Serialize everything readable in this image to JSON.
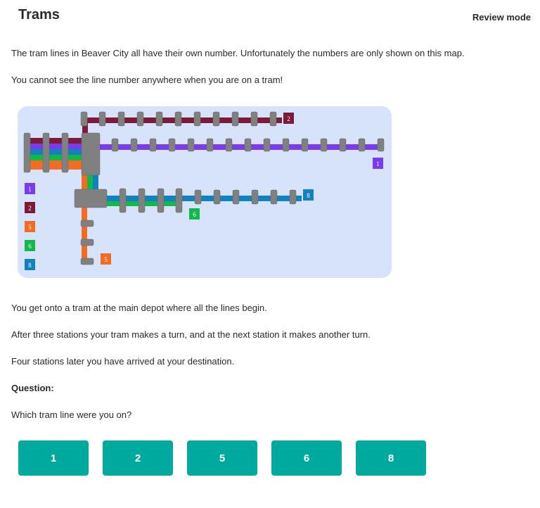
{
  "header": {
    "title": "Trams",
    "mode": "Review mode"
  },
  "intro": {
    "p1": "The tram lines in Beaver City all have their own number. Unfortunately the numbers are only shown on this map.",
    "p2": "You cannot see the line number anywhere when you are on a tram!"
  },
  "map": {
    "lines": [
      {
        "number": "1",
        "color": "#7c3aed"
      },
      {
        "number": "2",
        "color": "#7d1a3a"
      },
      {
        "number": "5",
        "color": "#f26d21"
      },
      {
        "number": "6",
        "color": "#11b94a"
      },
      {
        "number": "8",
        "color": "#1182be"
      }
    ],
    "station_color": "#808080",
    "background": "#d6e3fb"
  },
  "story": {
    "p1": "You get onto a tram at the main depot where all the lines begin.",
    "p2": "After three stations your tram makes a turn, and at the next station it makes another turn.",
    "p3": "Four stations later you have arrived at your destination."
  },
  "question": {
    "label": "Question:",
    "text": "Which tram line were you on?"
  },
  "answers": [
    "1",
    "2",
    "5",
    "6",
    "8"
  ]
}
